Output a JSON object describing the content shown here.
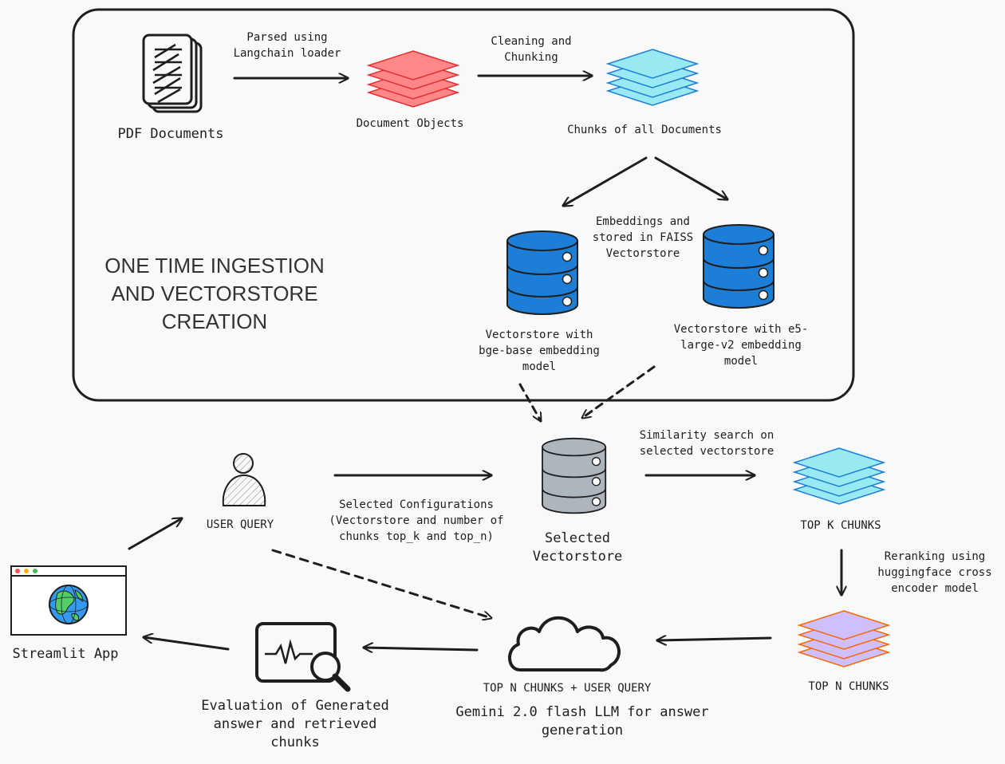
{
  "ingestion_box": {
    "title": "ONE TIME INGESTION\nAND VECTORSTORE\nCREATION"
  },
  "nodes": {
    "pdf_documents": "PDF Documents",
    "document_objects": "Document Objects",
    "chunks_all_documents": "Chunks of all Documents",
    "vectorstore_bge": "Vectorstore with\nbge-base embedding\nmodel",
    "vectorstore_e5": "Vectorstore with e5-\nlarge-v2 embedding\nmodel",
    "selected_vectorstore": "Selected\nVectorstore",
    "user_query": "USER QUERY",
    "top_k_chunks": "TOP K CHUNKS",
    "top_n_chunks": "TOP N CHUNKS",
    "streamlit_app": "Streamlit App",
    "evaluation": "Evaluation of Generated\nanswer and retrieved\nchunks",
    "llm_inputs": "TOP N CHUNKS + USER QUERY",
    "llm": "Gemini 2.0 flash LLM for answer\ngeneration"
  },
  "edges": {
    "parsed": "Parsed using\nLangchain loader",
    "cleaning": "Cleaning and\nChunking",
    "embeddings": "Embeddings and\nstored in FAISS\nVectorstore",
    "selected_configs": "Selected Configurations\n(Vectorstore and number of\nchunks top_k and top_n)",
    "similarity": "Similarity search on\nselected vectorstore",
    "reranking": "Reranking using\nhuggingface cross\nencoder model"
  },
  "colors": {
    "background": "#f8f9fa",
    "stroke": "#1e1e1e",
    "doc_objects_fill": "#ff8787",
    "doc_objects_stroke": "#e03131",
    "chunks_fill": "#99e9f2",
    "chunks_stroke": "#1c7ed6",
    "db_fill": "#1c7ed6",
    "selected_db_fill": "#adb5bd",
    "top_n_fill": "#d0bfff",
    "top_n_stroke": "#f76707",
    "globe_fill": "#339af0",
    "globe_land": "#51cf66"
  },
  "icons": [
    "document-stack-icon",
    "layer-stack-icon",
    "database-icon",
    "person-icon",
    "browser-window-icon",
    "globe-icon",
    "cloud-icon",
    "magnifier-chart-icon"
  ]
}
